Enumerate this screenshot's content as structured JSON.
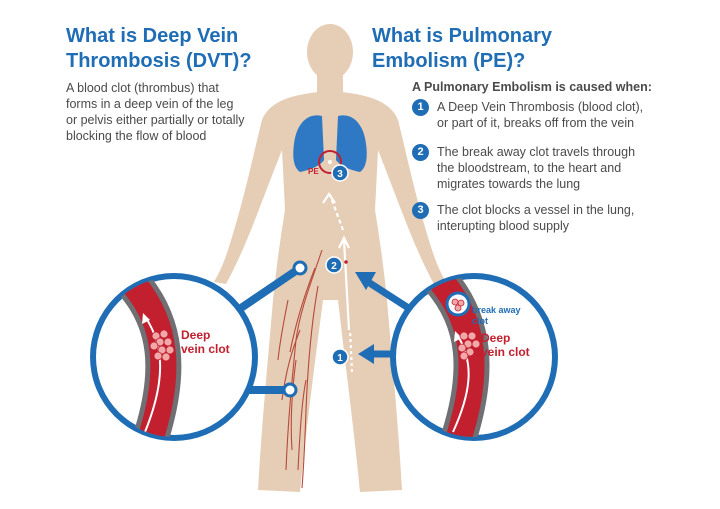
{
  "dvt": {
    "title_line1": "What is Deep Vein",
    "title_line2": "Thrombosis (DVT)?",
    "description": [
      "A blood clot (thrombus) that",
      "forms in a deep vein of the leg",
      "or pelvis either partially or totally",
      "blocking the flow of blood"
    ]
  },
  "pe": {
    "title_line1": "What is Pulmonary",
    "title_line2": "Embolism (PE)?",
    "subheading": "A Pulmonary Embolism is caused when:",
    "steps": [
      {
        "number": "1",
        "lines": [
          "A Deep Vein Thrombosis (blood clot),",
          "or part of it, breaks off from the vein"
        ]
      },
      {
        "number": "2",
        "lines": [
          "The break away clot travels through",
          "the bloodstream, to the heart and",
          "migrates towards the lung"
        ]
      },
      {
        "number": "3",
        "lines": [
          "The clot blocks a vessel in the lung,",
          "interupting blood supply"
        ]
      }
    ]
  },
  "figure": {
    "lung_label": "PE",
    "path_markers": [
      "1",
      "2",
      "3"
    ],
    "left_inset_label_line1": "Deep",
    "left_inset_label_line2": "vein clot",
    "right_inset_callout_line1": "break away",
    "right_inset_callout_line2": "clot",
    "right_inset_label_line1": "Deep",
    "right_inset_label_line2": "vein clot"
  },
  "colors": {
    "brand_blue": "#1f6db5",
    "body_skin": "#e6cdb5",
    "blood_red": "#c21f2f",
    "vein_wall": "#6f6f74",
    "lung_blue": "#2f78c4",
    "text_gray": "#4a4a4a"
  }
}
